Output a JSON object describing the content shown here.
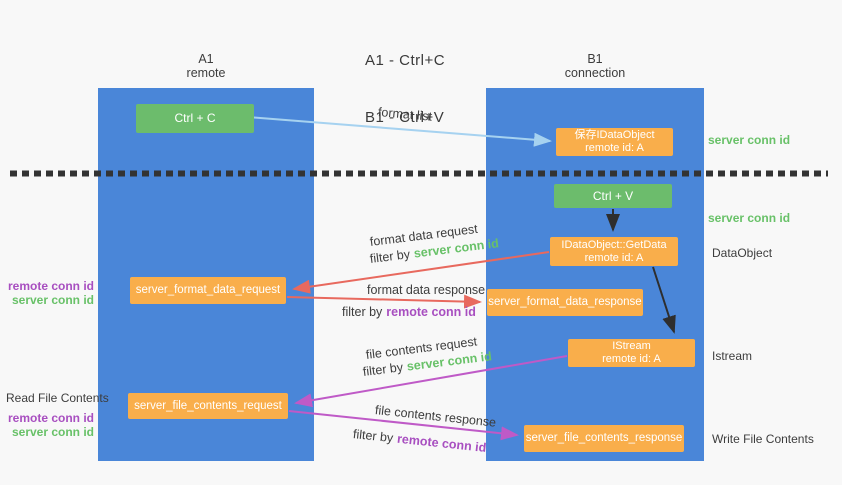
{
  "title": {
    "line1": "A1 - Ctrl+C",
    "line2": "B1 - Ctrl+V"
  },
  "columns": {
    "a1": {
      "id": "A1",
      "role": "remote"
    },
    "b1": {
      "id": "B1",
      "role": "connection"
    }
  },
  "boxes": {
    "ctrl_c": "Ctrl + C",
    "ctrl_v": "Ctrl + V",
    "save_obj_l1": "保存IDataObject",
    "save_obj_l2": "remote id: A",
    "getdata_l1": "IDataObject::GetData",
    "getdata_l2": "remote id: A",
    "istream_l1": "IStream",
    "istream_l2": "remote id: A",
    "format_req": "server_format_data_request",
    "format_resp": "server_format_data_response",
    "file_req": "server_file_contents_request",
    "file_resp": "server_file_contents_response"
  },
  "arrow_labels": {
    "format_list": "format list",
    "format_data_request": "format data request",
    "format_data_response": "format data response",
    "file_contents_request": "file contents request",
    "file_contents_response": "file contents response",
    "filter_by": "filter by",
    "server_conn_id": "server conn id",
    "remote_conn_id": "remote conn id"
  },
  "annotations": {
    "right_server_conn_id_top": "server conn id",
    "right_server_conn_id_mid": "server conn id",
    "right_dataobject": "DataObject",
    "right_istream": "Istream",
    "right_write_file_contents": "Write File Contents",
    "left_remote_conn_id_top": "remote conn id",
    "left_server_conn_id_top": "server conn id",
    "left_read_file_contents": "Read File Contents",
    "left_remote_conn_id_bottom": "remote conn id",
    "left_server_conn_id_bottom": "server conn id"
  },
  "colors": {
    "column_blue": "#4a86d8",
    "box_green": "#6cbc6c",
    "box_orange": "#f9ae4b",
    "arrow_lightblue": "#a6d2f0",
    "arrow_red": "#e8695e",
    "arrow_magenta": "#bf5ac7",
    "arrow_black": "#2e2e2e",
    "text_green": "#68c168",
    "text_purple": "#a84fc0"
  }
}
